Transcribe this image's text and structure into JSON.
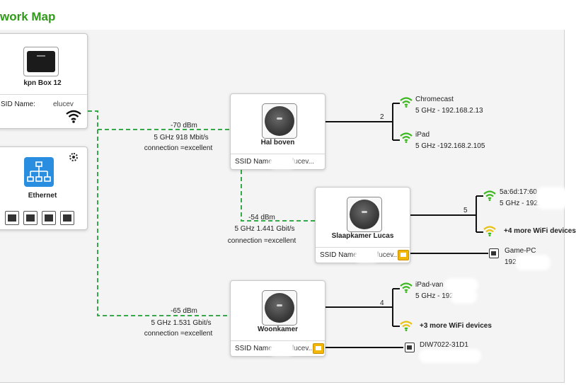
{
  "page": {
    "title": "work Map"
  },
  "router": {
    "name": "kpn Box 12",
    "ssid_label": "SID Name:",
    "ssid_value": "elucev"
  },
  "ethernet": {
    "name": "Ethernet"
  },
  "nodes": [
    {
      "id": "hal",
      "name": "Hal boven",
      "ssid_label": "SSID Name",
      "ssid_value": "lucev...",
      "link": {
        "signal": "-70 dBm",
        "rate": "5 GHz   918 Mbit/s",
        "quality": "connection   =excellent"
      }
    },
    {
      "id": "slaap",
      "name": "Slaapkamer Lucas",
      "ssid_label": "SSID Name:",
      "ssid_value": "lucev...",
      "link": {
        "signal": "-54 dBm",
        "rate": "5 GHz   1.441 Gbit/s",
        "quality": "connection   =excellent"
      }
    },
    {
      "id": "woon",
      "name": "Woonkamer",
      "ssid_label": "SSID Name:",
      "ssid_value": "lucev...",
      "link": {
        "signal": "-65 dBm",
        "rate": "5 GHz   1.531 Gbit/s",
        "quality": "connection   =excellent"
      }
    }
  ],
  "counts": {
    "hal": "2",
    "slaap": "5",
    "woon": "4"
  },
  "devices": {
    "chromecast": {
      "name": "Chromecast",
      "detail": "5 GHz - 192.168.2.13"
    },
    "ipad": {
      "name": "iPad",
      "detail": "5 GHz -192.168.2.105"
    },
    "mac": {
      "name": "5a:6d:17:60",
      "detail": "5 GHz - 192."
    },
    "more_slaap": {
      "name": "+4 more WiFi devices"
    },
    "gamepc": {
      "name": "Game-PC",
      "detail": "192"
    },
    "ipadvan": {
      "name": "iPad-van",
      "detail": "5 GHz - 192."
    },
    "more_woon": {
      "name": "+3 more WiFi devices"
    },
    "diw": {
      "name": "DIW7022-31D1"
    }
  },
  "colors": {
    "title_green": "#2e9a18",
    "wifi_green": "#3cb81e",
    "wifi_yellow": "#e8c20c",
    "mesh_dash": "#35a84a",
    "ethernet_blue": "#2a8ee0",
    "badge_yellow": "#f2b705"
  }
}
